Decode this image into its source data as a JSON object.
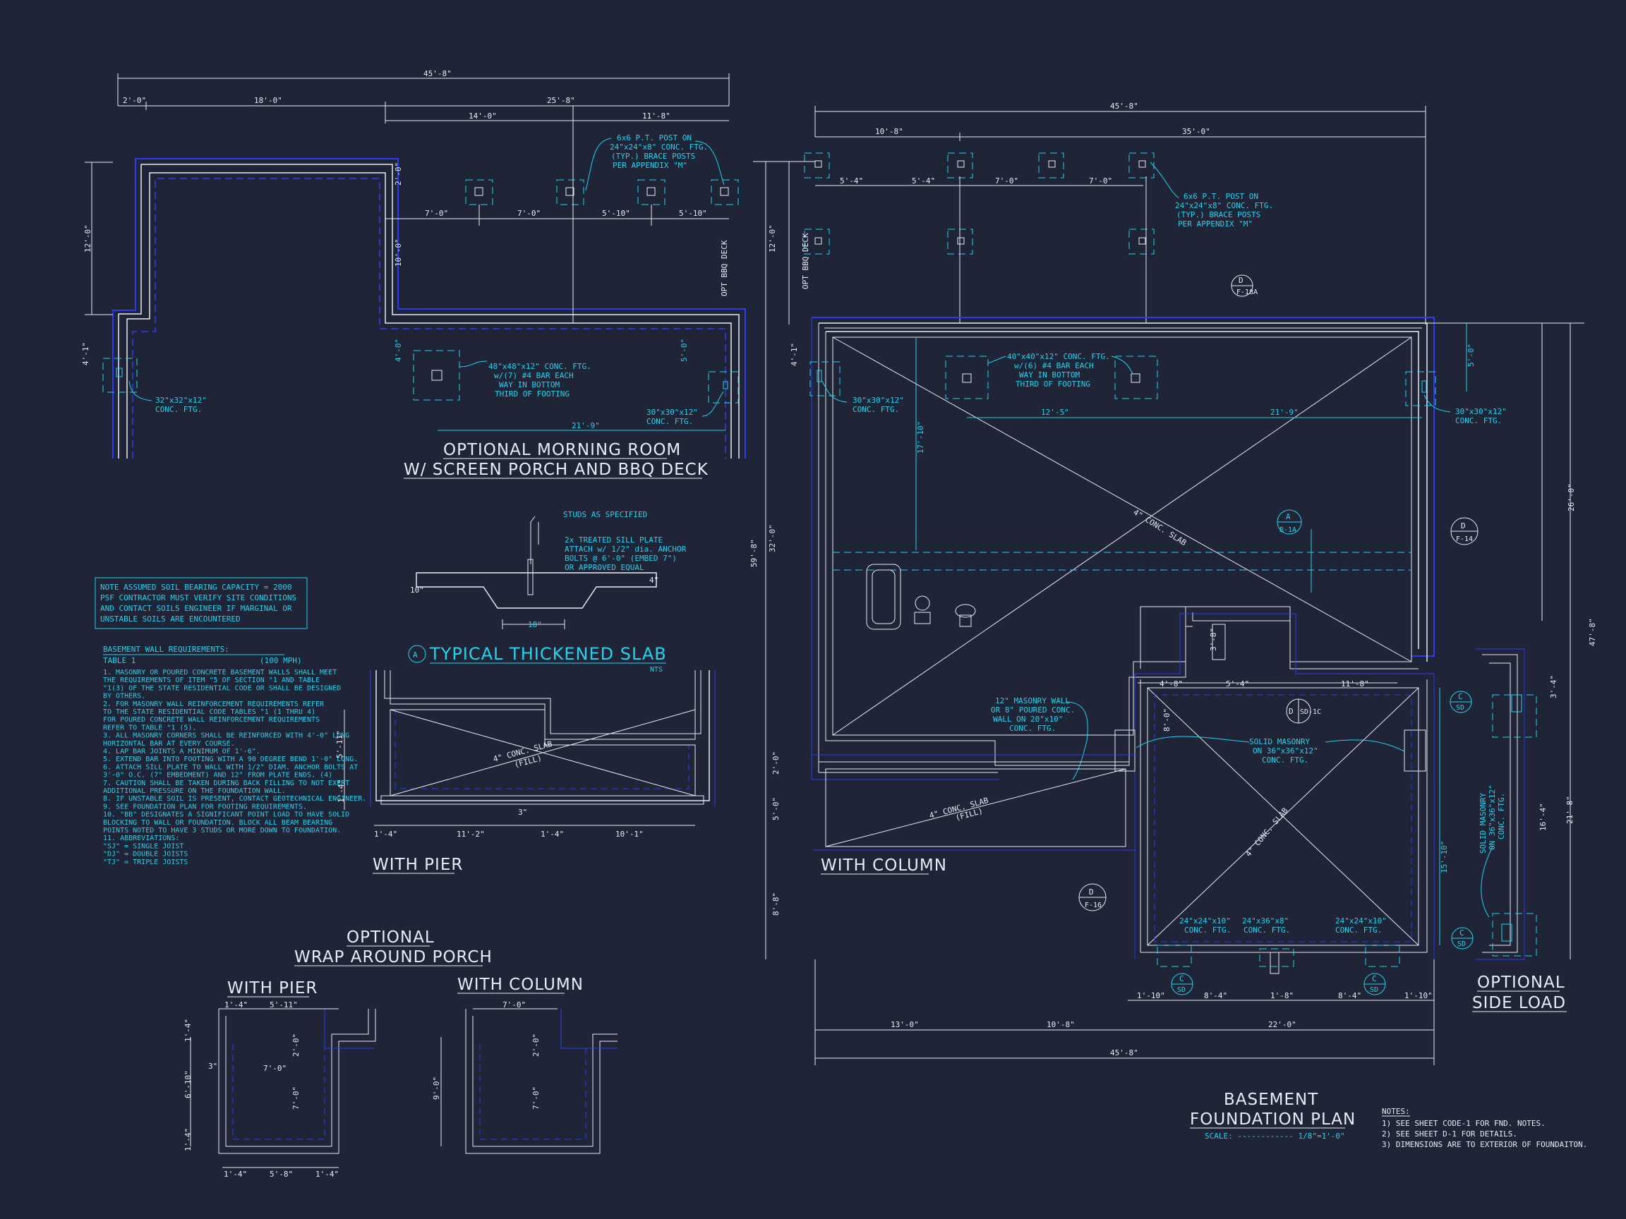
{
  "titles": {
    "morning_room_1": "OPTIONAL MORNING ROOM",
    "morning_room_2": "W/ SCREEN PORCH AND BBQ DECK",
    "slab_detail_tag": "A",
    "slab_detail": "TYPICAL THICKENED SLAB",
    "slab_detail_scale": "NTS",
    "with_pier_1": "WITH PIER",
    "with_column_1": "WITH COLUMN",
    "wrap_1": "OPTIONAL",
    "wrap_2": "WRAP AROUND PORCH",
    "with_pier_2": "WITH PIER",
    "with_column_2": "WITH COLUMN",
    "side_load_1": "OPTIONAL",
    "side_load_2": "SIDE LOAD",
    "plan_1": "BASEMENT",
    "plan_2": "FOUNDATION PLAN",
    "plan_scale": "SCALE: ------------ 1/8\"=1'-0\""
  },
  "notes": {
    "heading": "NOTES:",
    "items": [
      "1)  SEE SHEET CODE-1 FOR FND. NOTES.",
      "2)  SEE SHEET D-1 FOR DETAILS.",
      "3)  DIMENSIONS ARE TO EXTERIOR OF FOUNDAITON."
    ]
  },
  "soil_note": [
    "NOTE ASSUMED SOIL BEARING CAPACITY = 2000",
    "PSF CONTRACTOR MUST VERIFY SITE CONDITIONS",
    "AND CONTACT SOILS ENGINEER IF MARGINAL OR",
    "UNSTABLE SOILS ARE ENCOUNTERED"
  ],
  "basement_reqs": {
    "heading": "BASEMENT WALL REQUIREMENTS:",
    "table": "TABLE 1",
    "mph": "(100 MPH)",
    "lines": [
      "1.  MASONRY OR POURED CONCRETE BASEMENT WALLS SHALL MEET",
      "    THE REQUIREMENTS OF ITEM \"5 OF SECTION \"1 AND TABLE",
      "    \"1(3) OF THE STATE RESIDENTIAL CODE OR SHALL BE DESIGNED",
      "    BY OTHERS.",
      "2.  FOR MASONRY WALL REINFORCEMENT REQUIREMENTS REFER",
      "    TO THE STATE RESIDENTIAL CODE TABLES \"1 (1 THRU 4)",
      "    FOR POURED CONCRETE WALL REINFORCEMENT REQUIREMENTS",
      "    REFER TO TABLE \"1 (5).",
      "3.  ALL MASONRY CORNERS SHALL BE REINFORCED WITH 4'-0\" LONG",
      "    HORIZONTAL BAR AT EVERY COURSE.",
      "4.  LAP BAR JOINTS A MINIMUM OF 1'-6\".",
      "5.  EXTEND BAR INTO FOOTING WITH A 90 DEGREE BEND 1'-0\" LONG.",
      "6.  ATTACH SILL PLATE TO WALL WITH 1/2\" DIAM. ANCHOR BOLTS AT",
      "    3'-0\" O.C. (7\" EMBEDMENT) AND 12\" FROM PLATE ENDS. (4)",
      "7.  CAUTION SHALL BE TAKEN DURING BACK FILLING TO NOT EXERT",
      "    ADDITIONAL PRESSURE ON THE FOUNDATION WALL.",
      "8.  IF UNSTABLE SOIL IS PRESENT, CONTACT GEOTECHNICAL ENGINEER.",
      "9.  SEE FOUNDATION PLAN FOR FOOTING REQUIREMENTS.",
      "10. \"BB\" DESIGNATES A SIGNIFICANT POINT LOAD TO HAVE SOLID",
      "    BLOCKING TO WALL OR FOUNDATION.  BLOCK ALL BEAM BEARING",
      "    POINTS NOTED TO HAVE 3 STUDS OR MORE DOWN TO FOUNDATION.",
      "11. ABBREVIATIONS:",
      "    \"SJ\" = SINGLE JOIST",
      "    \"DJ\" = DOUBLE JOISTS",
      "    \"TJ\" = TRIPLE JOISTS"
    ]
  },
  "morning_room": {
    "dims": {
      "overall": "45'-8\"",
      "d1": "2'-0\"",
      "d2": "18'-0\"",
      "d3": "25'-8\"",
      "d4": "14'-0\"",
      "d5": "11'-8\"",
      "p1": "7'-0\"",
      "p2": "7'-0\"",
      "p3": "5'-10\"",
      "p4": "5'-10\"",
      "v1": "12'-0\"",
      "v2": "2'-0\"",
      "v3": "10'-0\"",
      "v4": "4'-1\"",
      "v5": "4'-0\"",
      "v6": "5'-0\"",
      "h1": "21'-9\""
    },
    "post_note": [
      "6x6 P.T. POST ON",
      "24\"x24\"x8\" CONC. FTG.",
      "(TYP.) BRACE POSTS",
      "PER APPENDIX \"M\""
    ],
    "ftg48": [
      "48\"x48\"x12\" CONC. FTG.",
      "w/(7) #4 BAR EACH",
      "WAY IN BOTTOM",
      "THIRD OF FOOTING"
    ],
    "ftg32": [
      "32\"x32\"x12\"",
      "CONC. FTG."
    ],
    "ftg30": [
      "30\"x30\"x12\"",
      "CONC. FTG."
    ],
    "deck": "OPT BBQ DECK"
  },
  "slab": {
    "studs": "STUDS AS SPECIFIED",
    "sill": [
      "2x TREATED SILL PLATE",
      "ATTACH w/ 1/2\" dia. ANCHOR",
      "BOLTS @ 6'-0\" (EMBED 7\")",
      "OR APPROVED EQUAL"
    ],
    "d10": "10\"",
    "d4": "4\"",
    "d18": "18\""
  },
  "pier1": {
    "slab": "4\" CONC. SLAB",
    "fill": "(FILL)",
    "v1": "5'-11\"",
    "v2": "1'-4\"",
    "d3": "3\"",
    "h1": "1'-4\"",
    "h2": "11'-2\"",
    "h3": "1'-4\"",
    "h4": "10'-1\""
  },
  "wrap": {
    "pier": {
      "h1": "1'-4\"",
      "h2": "5'-11\"",
      "v1": "1'-4\"",
      "v2": "6'-10\"",
      "v3": "1'-4\"",
      "w": "7'-0\"",
      "d3": "3\"",
      "d2": "2'-0\"",
      "d7": "7'-0\"",
      "b1": "1'-4\"",
      "b2": "5'-8\"",
      "b3": "1'-4\""
    },
    "column": {
      "h1": "7'-0\"",
      "d2": "2'-0\"",
      "v1": "9'-0\"",
      "d7": "7'-0\""
    }
  },
  "plan": {
    "dims": {
      "top": "45'-8\"",
      "t1": "10'-8\"",
      "t2": "35'-0\"",
      "p1": "5'-4\"",
      "p2": "5'-4\"",
      "p3": "7'-0\"",
      "p4": "7'-0\"",
      "deck": "OPT BBQ DECK",
      "v12": "12'-0\"",
      "v4": "4'-1\"",
      "v5": "5'-0\"",
      "h12": "12'-5\"",
      "h21": "21'-9\"",
      "v17": "17'-10\"",
      "vL1": "32'-0\"",
      "vL2": "59'-8\"",
      "vL3": "2'-0\"",
      "vL4": "5'-0\"",
      "vL5": "8'-8\"",
      "vR1": "26'-0\"",
      "vR2": "47'-8\"",
      "vR3": "21'-8\"",
      "vR4": "16'-4\"",
      "vR5": "3'-4\"",
      "i1": "3'-8\"",
      "i2": "4'-8\"",
      "i3": "5'-4\"",
      "i4": "11'-8\"",
      "i5": "8'-0\"",
      "i6": "15'-10\"",
      "b1": "1'-10\"",
      "b2": "8'-4\"",
      "b3": "1'-8\"",
      "b4": "8'-4\"",
      "b5": "1'-10\"",
      "bb1": "13'-0\"",
      "bb2": "10'-8\"",
      "bb3": "22'-0\"",
      "bottom": "45'-8\""
    },
    "post_note": [
      "6x6 P.T. POST ON",
      "24\"x24\"x8\" CONC. FTG.",
      "(TYP.) BRACE POSTS",
      "PER APPENDIX \"M\""
    ],
    "ftg40": [
      "40\"x40\"x12\" CONC. FTG.",
      "w/(6) #4 BAR EACH",
      "WAY IN BOTTOM",
      "THIRD OF FOOTING"
    ],
    "ftg30L": [
      "30\"x30\"x12\"",
      "CONC. FTG."
    ],
    "ftg30R": [
      "30\"x30\"x12\"",
      "CONC. FTG."
    ],
    "slab": "4\" CONC. SLAB",
    "slab2": "4\" CONC. SLAB",
    "wall12": [
      "12\" MASONRY WALL",
      "OR 8\" POURED CONC.",
      "WALL ON 20\"x10\"",
      "CONC. FTG."
    ],
    "solid": [
      "SOLID MASONRY",
      "ON 36\"x36\"x12\"",
      "CONC. FTG."
    ],
    "solid_side": [
      "SOLID MASONRY",
      "ON 36\"x36\"x12\"",
      "CONC. FTG."
    ],
    "ftg_bot": [
      [
        "24\"x24\"x10\"",
        "CONC. FTG."
      ],
      [
        "24\"x36\"x8\"",
        "CONC. FTG."
      ],
      [
        "24\"x24\"x10\"",
        "CONC. FTG."
      ]
    ],
    "col_slab": "4\" CONC. SLAB",
    "col_fill": "(FILL)",
    "with_column": "WITH COLUMN"
  },
  "tags": [
    {
      "top": "D",
      "bot": "F-18A"
    },
    {
      "top": "A",
      "bot": "B-1A"
    },
    {
      "top": "D",
      "bot": "F-14"
    },
    {
      "top": "D",
      "bot": "SD-1C"
    },
    {
      "top": "D",
      "bot": "F-16"
    },
    {
      "top": "C",
      "bot": "SD"
    },
    {
      "top": "C",
      "bot": "SD"
    },
    {
      "top": "C",
      "bot": "SD"
    },
    {
      "top": "C",
      "bot": "SD"
    }
  ],
  "colors": {
    "background": "#1f2436",
    "line": "#e8ecf4",
    "blue": "#2b3cf0",
    "cyan": "#22d3ee"
  }
}
